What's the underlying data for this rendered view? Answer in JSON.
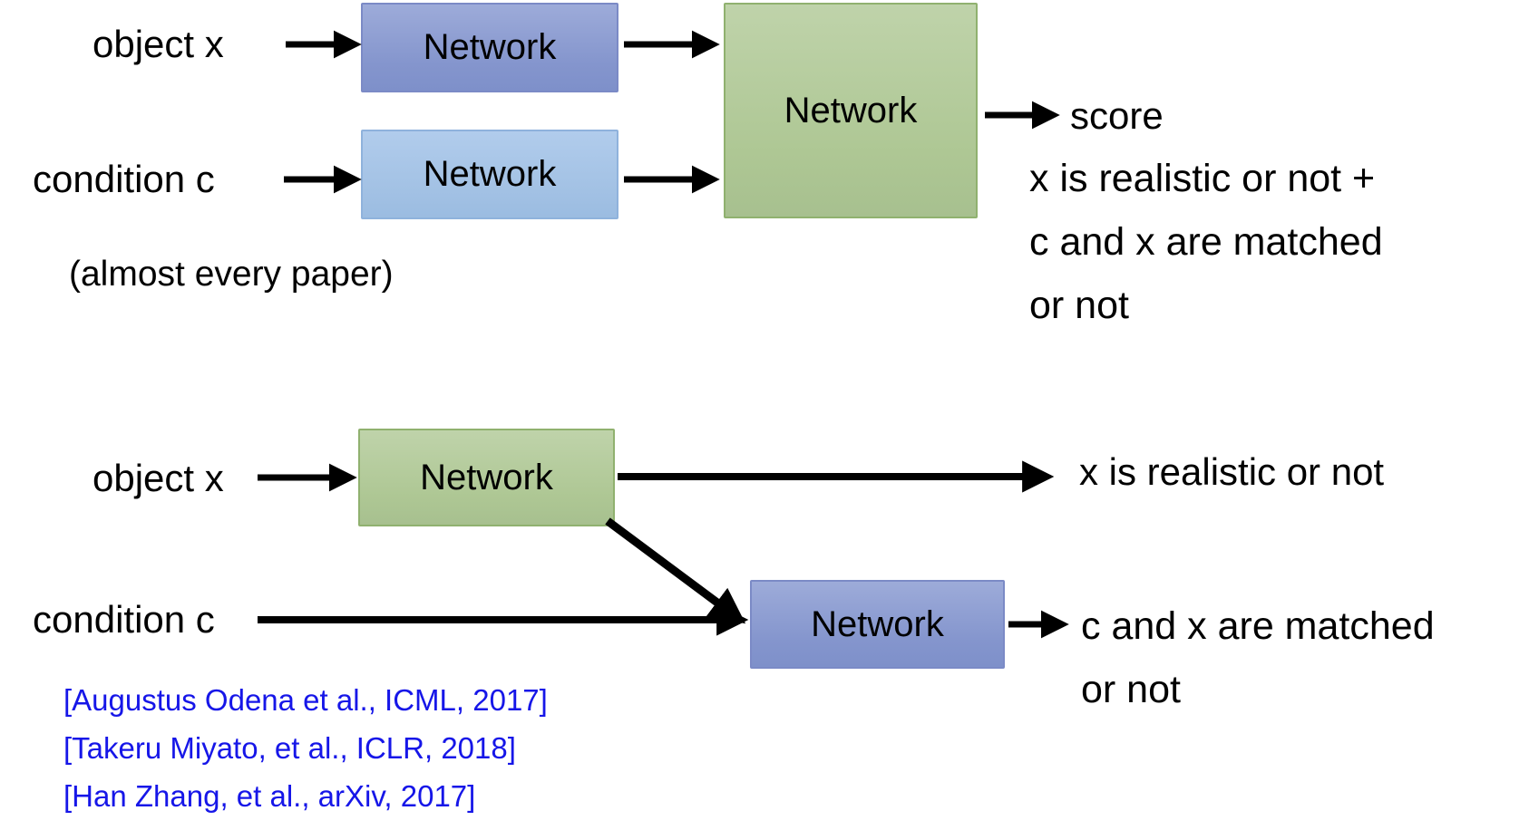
{
  "colors": {
    "box_blue_dark": "#8a9ad3",
    "box_blue_light": "#a5c2e6",
    "box_green": "#b2c99c",
    "citation_blue": "#1616e8",
    "arrow_black": "#000000"
  },
  "top_diagram": {
    "object_label": "object x",
    "condition_label": "condition c",
    "object_network": "Network",
    "condition_network": "Network",
    "joint_network": "Network",
    "score_label": "score",
    "description": [
      "x is realistic or not +",
      "c and x are matched",
      "or not"
    ],
    "note": "(almost every paper)"
  },
  "bottom_diagram": {
    "object_label": "object x",
    "condition_label": "condition c",
    "object_network": "Network",
    "match_network": "Network",
    "realistic_output": "x is realistic or not",
    "match_output": [
      "c and x are matched",
      "or not"
    ],
    "citations": [
      "[Augustus Odena et al., ICML, 2017]",
      "[Takeru Miyato, et al., ICLR, 2018]",
      "[Han Zhang, et al., arXiv, 2017]"
    ]
  }
}
